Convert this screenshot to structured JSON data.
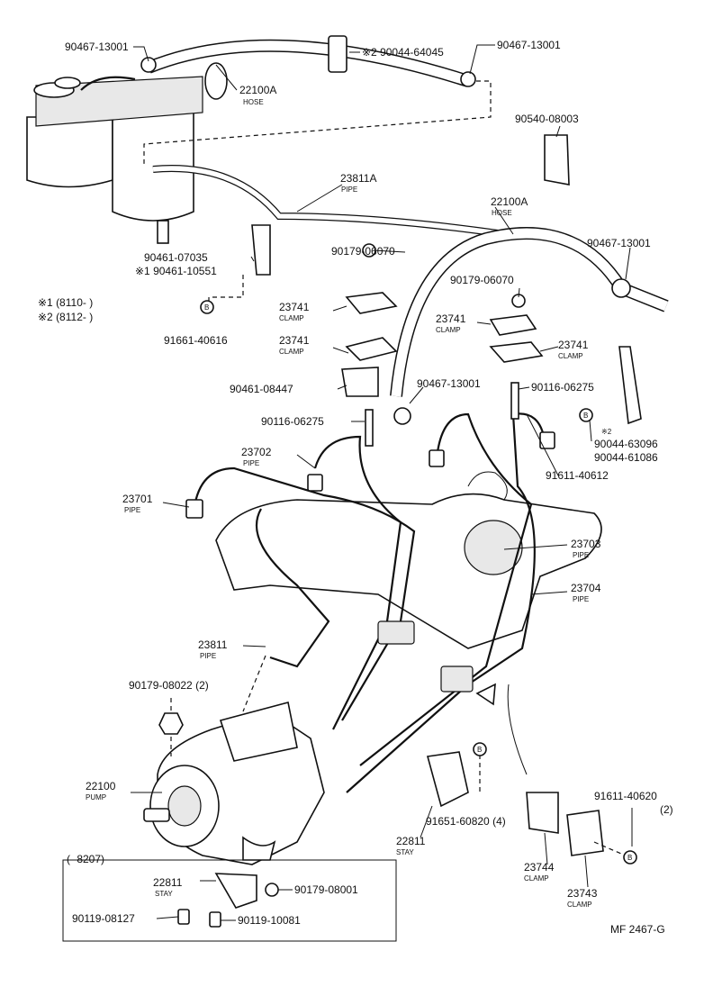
{
  "labels": {
    "p90467_a": "90467-13001",
    "p90044_64045": "※2 90044-64045",
    "p90467_b": "90467-13001",
    "hose_22100a_a": "22100A",
    "hose_word_a": "HOSE",
    "p90540": "90540-08003",
    "pipe_23811a": "23811A",
    "pipe_word_23811a": "PIPE",
    "hose_22100a_b": "22100A",
    "hose_word_b": "HOSE",
    "p90467_c": "90467-13001",
    "p90179_a": "90179-06070",
    "p90461_07035": "90461-07035",
    "p90461_10551": "※1 90461-10551",
    "note1": "※1 (8110-          )",
    "note2": "※2 (8112-          )",
    "p90179_b": "90179-06070",
    "clamp_23741_a": "23741",
    "clamp_word_a": "CLAMP",
    "p91661": "91661-40616",
    "clamp_23741_b": "23741",
    "clamp_word_b": "CLAMP",
    "clamp_23741_c": "23741",
    "clamp_word_c": "CLAMP",
    "clamp_23741_d": "23741",
    "clamp_word_d": "CLAMP",
    "p90461_08447": "90461-08447",
    "p90467_d": "90467-13001",
    "p90116_a": "90116-06275",
    "p90116_b": "90116-06275",
    "note_x2": "※2",
    "p90044_63096": "90044-63096",
    "p90044_61086": "90044-61086",
    "pipe_23702": "23702",
    "pipe_word_23702": "PIPE",
    "p91611_40612": "91611-40612",
    "pipe_23701": "23701",
    "pipe_word_23701": "PIPE",
    "pipe_23703": "23703",
    "pipe_word_23703": "PIPE",
    "pipe_23704": "23704",
    "pipe_word_23704": "PIPE",
    "pipe_23811": "23811",
    "pipe_word_23811": "PIPE",
    "p90179_08022": "90179-08022 (2)",
    "pump_22100": "22100",
    "pump_word": "PUMP",
    "p91611_40620": "91611-40620",
    "qty_2": "(2)",
    "p91651": "91651-60820 (4)",
    "stay_22811_a": "22811",
    "stay_word_a": "STAY",
    "clamp_23744": "23744",
    "clamp_word_23744": "CLAMP",
    "clamp_23743": "23743",
    "clamp_word_23743": "CLAMP",
    "range_8207": "(          -8207)",
    "stay_22811_b": "22811",
    "stay_word_b": "STAY",
    "p90179_08001": "90179-08001",
    "p90119_08127": "90119-08127",
    "p90119_10081": "90119-10081",
    "fig_code": "MF 2467-G",
    "bolt_mark": "B"
  }
}
